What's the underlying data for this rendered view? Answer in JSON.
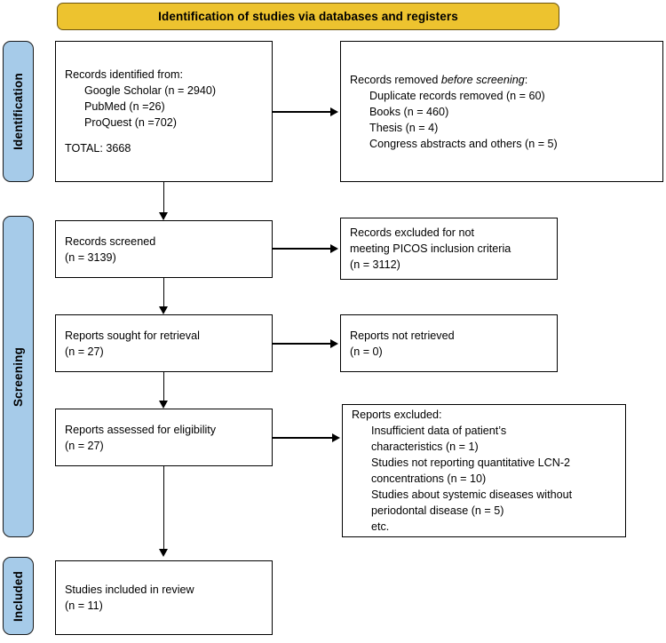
{
  "banner": {
    "title": "Identification of studies via databases and registers"
  },
  "stages": [
    {
      "label": "Identification"
    },
    {
      "label": "Screening"
    },
    {
      "label": "Included"
    }
  ],
  "colors": {
    "banner_fill": "#EDC32F",
    "stage_fill": "#A6CBE9",
    "box_border": "#000000",
    "background": "#FFFFFF"
  },
  "boxes": {
    "identified": {
      "title": "Records identified from:",
      "items": [
        "Google Scholar (n = 2940)",
        "PubMed (n =26)",
        "ProQuest (n =702)"
      ],
      "total": "TOTAL: 3668"
    },
    "removed": {
      "title_prefix": "Records removed ",
      "title_italic": "before screening",
      "title_suffix": ":",
      "items": [
        "Duplicate records removed (n = 60)",
        "Books (n = 460)",
        "Thesis (n = 4)",
        "Congress abstracts and others (n = 5)"
      ]
    },
    "screened": {
      "line1": "Records screened",
      "line2": "(n = 3139)"
    },
    "excluded_picos": {
      "line1": "Records excluded for not",
      "line2": "meeting PICOS inclusion criteria",
      "line3": "(n = 3112)"
    },
    "sought": {
      "line1": "Reports sought for retrieval",
      "line2": "(n = 27)"
    },
    "not_retrieved": {
      "line1": "Reports not retrieved",
      "line2": "(n = 0)"
    },
    "assessed": {
      "line1": "Reports assessed for eligibility",
      "line2": "(n = 27)"
    },
    "reports_excluded": {
      "title": "Reports excluded:",
      "items": [
        "Insufficient data of patient’s",
        "characteristics (n = 1)",
        "Studies not reporting quantitative LCN-2",
        "concentrations (n = 10)",
        "Studies about systemic diseases without",
        "periodontal disease (n = 5)",
        "etc."
      ]
    },
    "included": {
      "line1": "Studies included in review",
      "line2": "(n = 11)"
    }
  }
}
